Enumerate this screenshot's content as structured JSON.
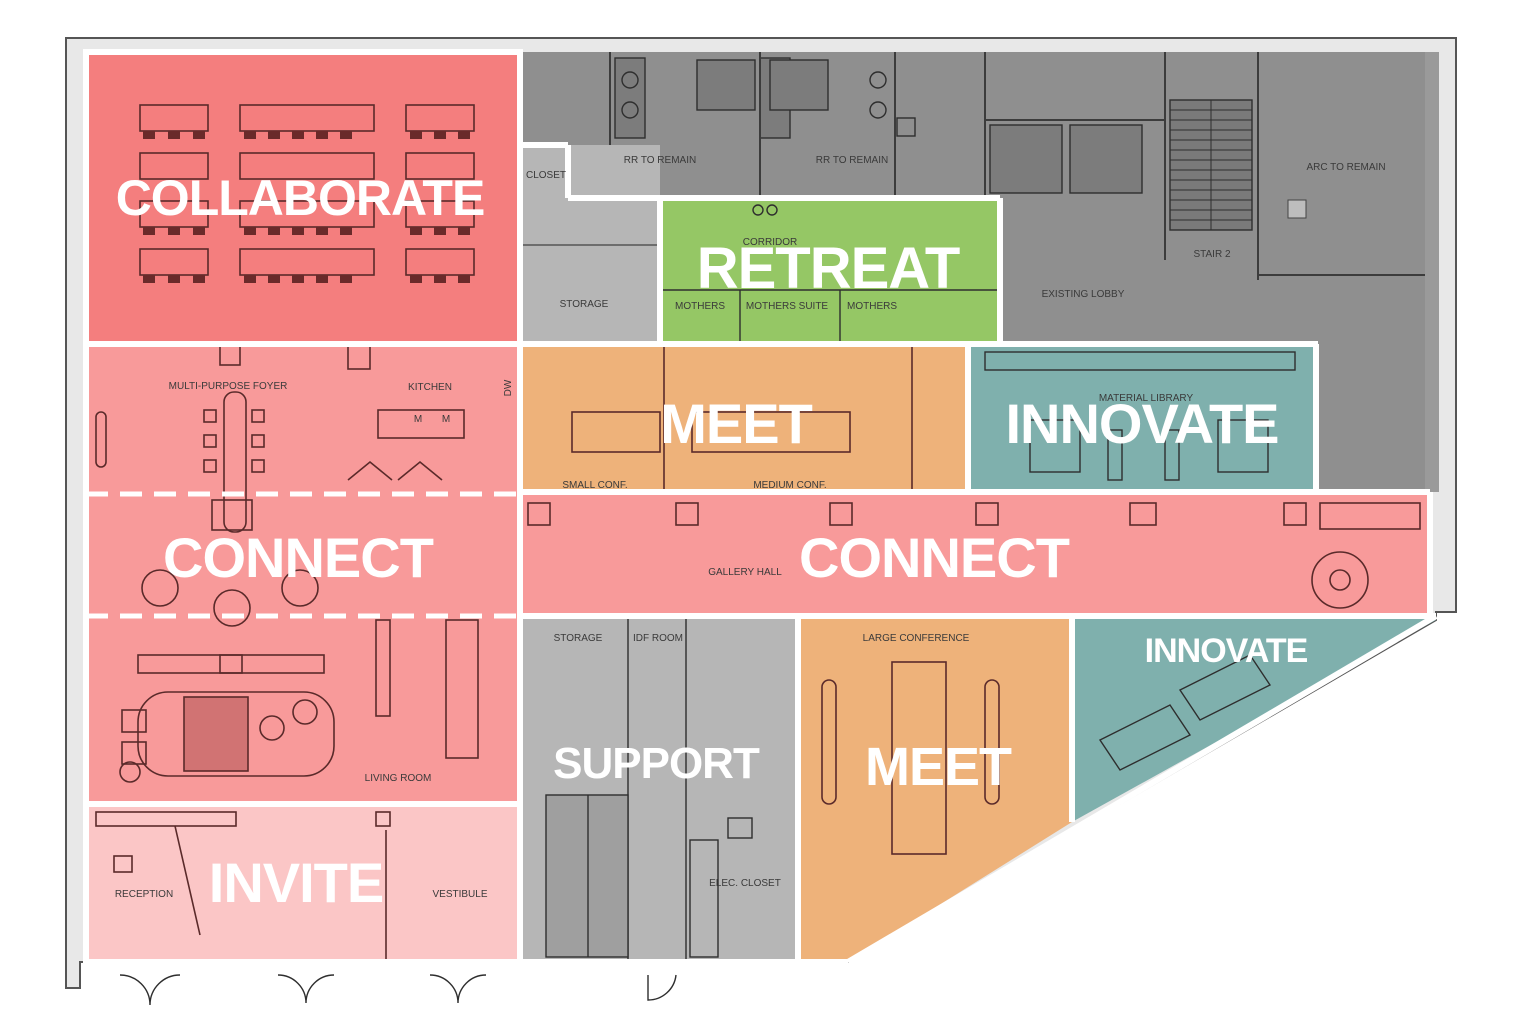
{
  "zones": {
    "collaborate": "COLLABORATE",
    "retreat": "RETREAT",
    "meet_top": "MEET",
    "innovate_top": "INNOVATE",
    "connect_left": "CONNECT",
    "connect_hall": "CONNECT",
    "innovate_bottom": "INNOVATE",
    "support": "SUPPORT",
    "meet_bottom": "MEET",
    "invite": "INVITE"
  },
  "rooms": {
    "rr_left": "RR TO REMAIN",
    "rr_right": "RR TO REMAIN",
    "arc": "ARC TO REMAIN",
    "closet": "CLOSET",
    "corridor": "CORRIDOR",
    "storage_top": "STORAGE",
    "mothers_1": "MOTHERS",
    "mothers_suite": "MOTHERS SUITE",
    "mothers_2": "MOTHERS",
    "existing_lobby": "EXISTING LOBBY",
    "stair_2": "STAIR 2",
    "foyer": "MULTI-PURPOSE FOYER",
    "kitchen": "KITCHEN",
    "dw": "DW",
    "m1": "M",
    "m2": "M",
    "small_conf": "SMALL CONF.",
    "medium_conf": "MEDIUM CONF.",
    "material_library": "MATERIAL LIBRARY",
    "gallery_hall": "GALLERY HALL",
    "storage_bottom": "STORAGE",
    "idf_room": "IDF ROOM",
    "large_conference": "LARGE CONFERENCE",
    "living_room": "LIVING ROOM",
    "elec_closet": "ELEC. CLOSET",
    "reception": "RECEPTION",
    "vestibule": "VESTIBULE"
  },
  "colors": {
    "collaborate": "#f47e7e",
    "connect": "#f89a9a",
    "invite": "#fbc6c6",
    "retreat": "#95c765",
    "meet": "#eeb27a",
    "innovate": "#7fb0ad",
    "support": "#b6b6b6",
    "existing": "#8f8f8f"
  }
}
